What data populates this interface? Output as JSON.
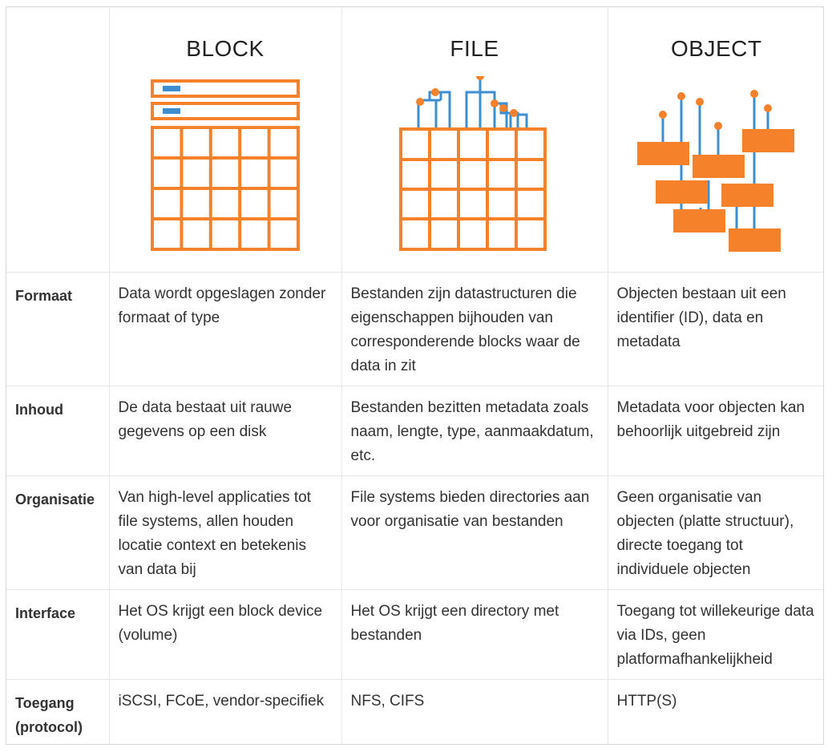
{
  "columns": [
    {
      "title": "BLOCK",
      "icon": "block-storage-icon"
    },
    {
      "title": "FILE",
      "icon": "file-storage-icon"
    },
    {
      "title": "OBJECT",
      "icon": "object-storage-icon"
    }
  ],
  "rows": [
    {
      "label": "Formaat",
      "block": "Data wordt opgeslagen zonder formaat of type",
      "file": "Bestanden zijn datastructuren die eigenschappen bijhouden van corresponderende blocks waar de data in zit",
      "object": "Objecten bestaan uit een identifier (ID), data en metadata"
    },
    {
      "label": "Inhoud",
      "block": "De data bestaat uit rauwe gegevens op een disk",
      "file": "Bestanden bezitten metadata zoals naam, lengte, type, aanmaakdatum, etc.",
      "object": "Metadata voor objecten kan behoorlijk uitgebreid zijn"
    },
    {
      "label": "Organisatie",
      "block": "Van high-level applicaties tot file systems, allen houden locatie context en betekenis van data bij",
      "file": "File systems bieden directories aan voor organisatie van bestanden",
      "object": "Geen organisatie van objecten (platte structuur), directe toegang tot individuele objecten"
    },
    {
      "label": "Interface",
      "block": "Het OS krijgt een block device (volume)",
      "file": "Het OS krijgt een directory met bestanden",
      "object": "Toegang tot willekeurige data via IDs, geen platformafhankelijkheid"
    },
    {
      "label": "Toegang (protocol)",
      "block": "iSCSI, FCoE, vendor-specifiek",
      "file": "NFS, CIFS",
      "object": "HTTP(S)"
    }
  ],
  "colors": {
    "orange": "#f5822a",
    "blue": "#3d8fd1"
  }
}
